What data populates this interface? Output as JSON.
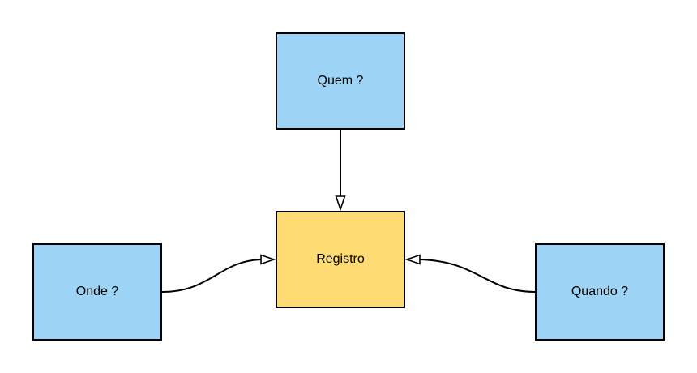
{
  "diagram": {
    "nodes": [
      {
        "id": "quem",
        "label": "Quem ?",
        "fill": "#9dd3f4"
      },
      {
        "id": "registro",
        "label": "Registro",
        "fill": "#ffdc73"
      },
      {
        "id": "onde",
        "label": "Onde ?",
        "fill": "#9dd3f4"
      },
      {
        "id": "quando",
        "label": "Quando ?",
        "fill": "#9dd3f4"
      }
    ],
    "edges": [
      {
        "from": "quem",
        "to": "registro"
      },
      {
        "from": "onde",
        "to": "registro"
      },
      {
        "from": "quando",
        "to": "registro"
      }
    ],
    "colors": {
      "stroke": "#000000",
      "question_fill": "#9dd3f4",
      "center_fill": "#ffdc73"
    }
  }
}
